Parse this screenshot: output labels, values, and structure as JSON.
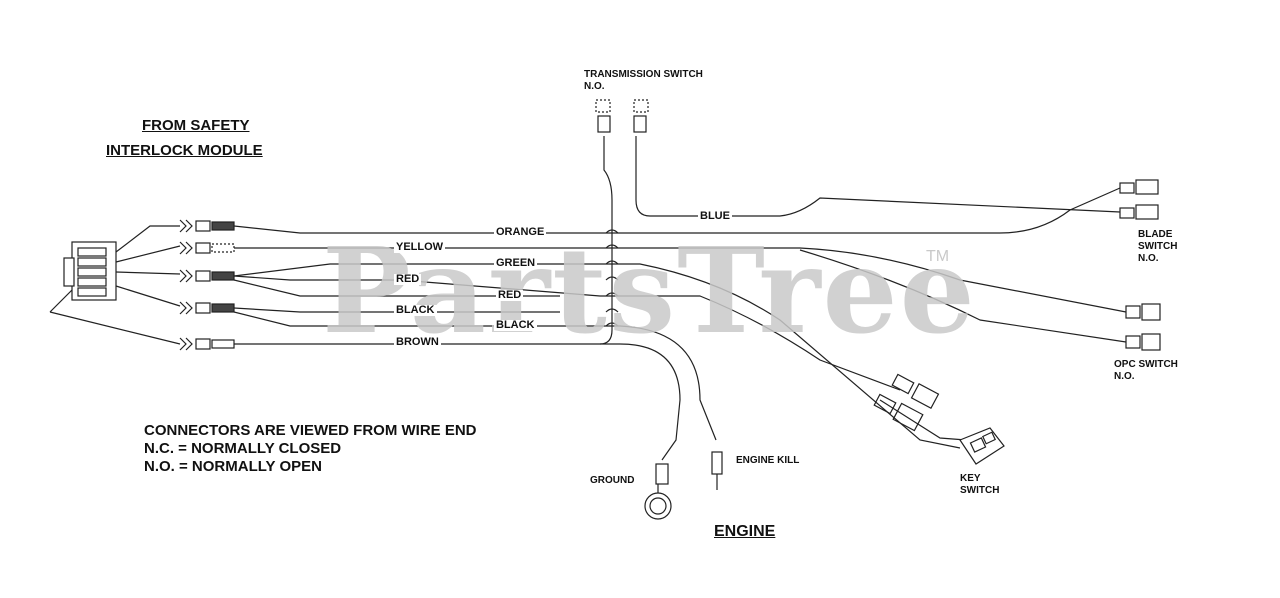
{
  "watermark": {
    "text": "PartsTree",
    "tm": "TM"
  },
  "headings": {
    "safety_line1": "FROM SAFETY",
    "safety_line2": "INTERLOCK MODULE",
    "engine": "ENGINE"
  },
  "components": {
    "transmission_switch_line1": "TRANSMISSION  SWITCH",
    "transmission_switch_line2": "N.O.",
    "blade_switch_line1": "BLADE",
    "blade_switch_line2": "SWITCH",
    "blade_switch_line3": "N.O.",
    "opc_switch_line1": "OPC  SWITCH",
    "opc_switch_line2": "N.O.",
    "key_switch_line1": "KEY",
    "key_switch_line2": "SWITCH",
    "ground": "GROUND",
    "engine_kill": "ENGINE KILL"
  },
  "wires": {
    "orange": "ORANGE",
    "yellow": "YELLOW",
    "green": "GREEN",
    "red_1": "RED",
    "red_2": "RED",
    "black_1": "BLACK",
    "black_2": "BLACK",
    "brown": "BROWN",
    "blue": "BLUE"
  },
  "notes": {
    "line1": "CONNECTORS ARE VIEWED FROM WIRE END",
    "line2": "N.C. = NORMALLY CLOSED",
    "line3": "N.O. = NORMALLY OPEN"
  },
  "colors": {
    "ink": "#111111",
    "watermark": "#c9c9c9",
    "background": "#ffffff"
  }
}
